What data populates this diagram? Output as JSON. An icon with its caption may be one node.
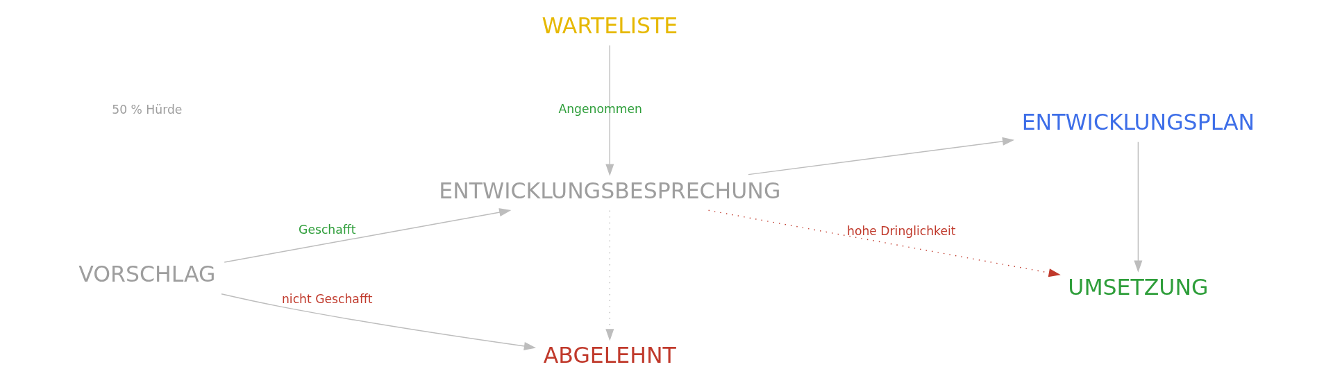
{
  "diagram": {
    "nodes": [
      {
        "text": [
          "VORSCHLAG"
        ]
      },
      {
        "text": [
          "WARTELISTE"
        ]
      },
      {
        "text": [
          "ENTWICKLUNGSBESPRECHUNG"
        ]
      },
      {
        "text": [
          "ABGELEHNT"
        ]
      },
      {
        "text": [
          "ENTWICKLUNGSPLAN"
        ]
      },
      {
        "text": [
          "UMSETZUNG"
        ]
      }
    ],
    "edges": [
      {
        "from": 0,
        "to": 2,
        "arrow": "to",
        "label": "Geschafft"
      },
      {
        "from": 0,
        "to": 3,
        "arrow": "to",
        "label": "nicht Geschafft"
      },
      {
        "from": 1,
        "to": 2,
        "arrow": "to",
        "label": "Angenommen"
      },
      {
        "from": 2,
        "to": 3,
        "arrow": "to",
        "style": "dashed"
      },
      {
        "from": 2,
        "to": 4,
        "arrow": "to"
      },
      {
        "from": 2,
        "to": 5,
        "arrow": "to",
        "label": "hohe Dringlichkeit",
        "style": "dashed",
        "color": "#c0392b"
      },
      {
        "from": 4,
        "to": 5,
        "arrow": "to"
      }
    ],
    "labels": [
      "50 % Hürde"
    ]
  }
}
